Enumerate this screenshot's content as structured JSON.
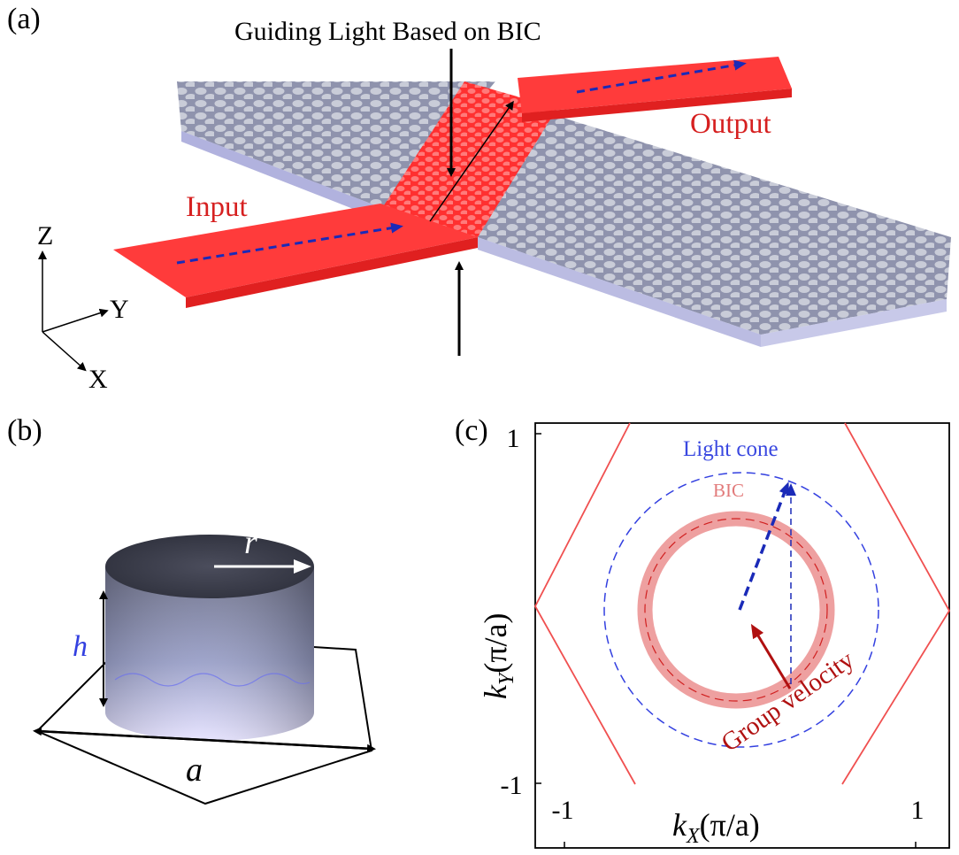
{
  "panel_a": {
    "label": "(a)",
    "title": "Guiding Light Based on BIC",
    "input_label": "Input",
    "output_label": "Output",
    "axes": {
      "z": "Z",
      "y": "Y",
      "x": "X"
    }
  },
  "panel_b": {
    "label": "(b)",
    "r_label": "r",
    "h_label": "h",
    "a_label": "a"
  },
  "panel_c": {
    "label": "(c)",
    "light_cone_label": "Light cone",
    "bic_label": "BIC",
    "group_velocity_label": "Group velocity",
    "ylabel_main": "k",
    "ylabel_sub": "Y",
    "ylabel_rest": "(π/a)",
    "xlabel_main": "k",
    "xlabel_sub": "X",
    "xlabel_rest": "(π/a)",
    "y_ticks": [
      "1",
      "-1"
    ],
    "x_ticks": [
      "-1",
      "1"
    ]
  },
  "colors": {
    "waveguide_red": "#ff3b3b",
    "pillar_gray": "#b9bccb",
    "light_cone_blue": "#3340e0",
    "bic_pink": "#e88080",
    "group_velocity_red": "#c41414",
    "hexagon_red": "#f05050"
  }
}
